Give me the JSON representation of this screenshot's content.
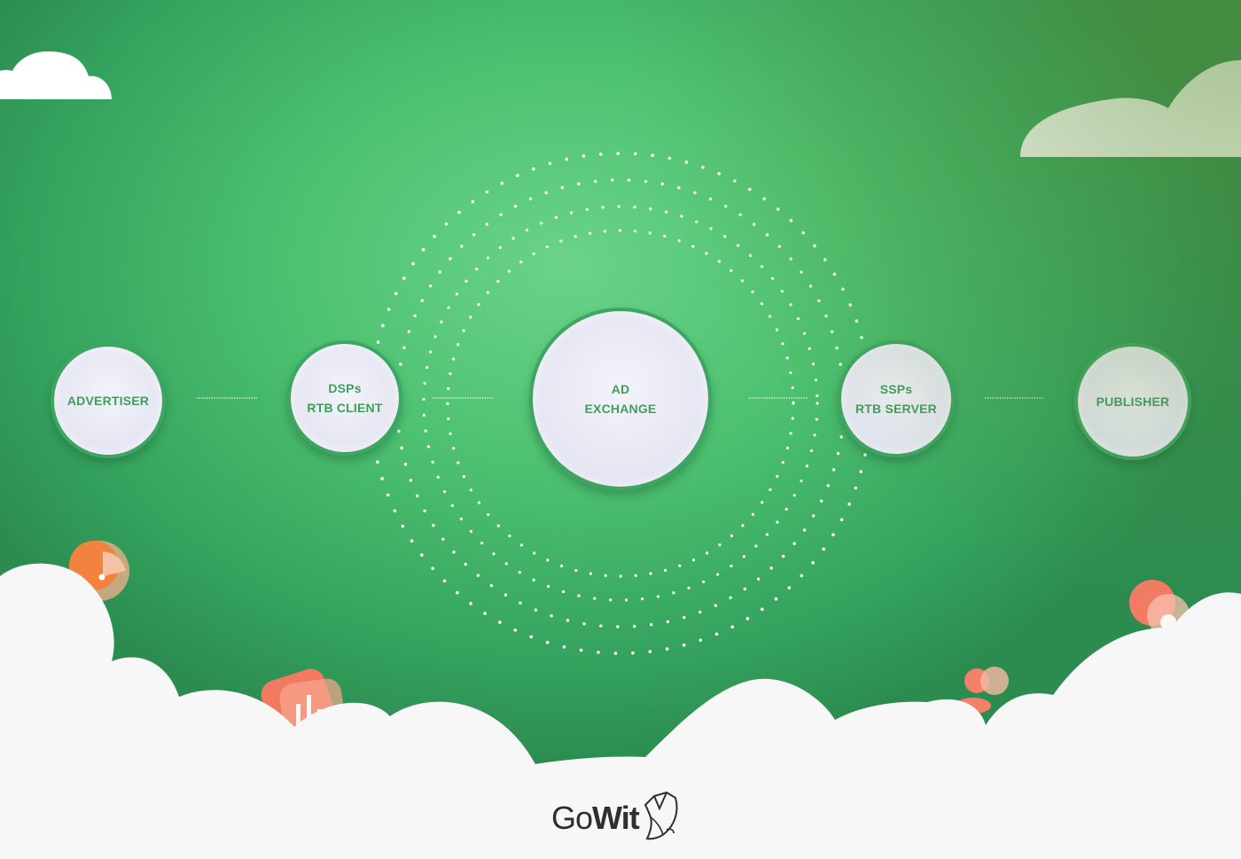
{
  "diagram": {
    "nodes": [
      {
        "id": "advertiser",
        "lines": [
          "ADVERTISER"
        ]
      },
      {
        "id": "dsps",
        "lines": [
          "DSPs",
          "RTB CLIENT"
        ]
      },
      {
        "id": "ad-exchange",
        "lines": [
          "AD",
          "EXCHANGE"
        ]
      },
      {
        "id": "ssps",
        "lines": [
          "SSPs",
          "RTB SERVER"
        ]
      },
      {
        "id": "publisher",
        "lines": [
          "PUBLISHER"
        ]
      }
    ],
    "connections": [
      [
        "advertiser",
        "dsps"
      ],
      [
        "dsps",
        "ad-exchange"
      ],
      [
        "ad-exchange",
        "ssps"
      ],
      [
        "ssps",
        "publisher"
      ]
    ]
  },
  "logo": {
    "part1": "Go",
    "part2": "Wit"
  },
  "colors": {
    "background": "#4ec271",
    "node_fill": "#e6e7f3",
    "node_border": "#3fa563",
    "node_text": "#3f9e5e",
    "accent": "#f07a5a",
    "cloud": "#ffffff"
  },
  "icons": [
    "owl-icon",
    "pie-chart-icon",
    "bar-chart-icon",
    "decorative-bubble-icon"
  ]
}
